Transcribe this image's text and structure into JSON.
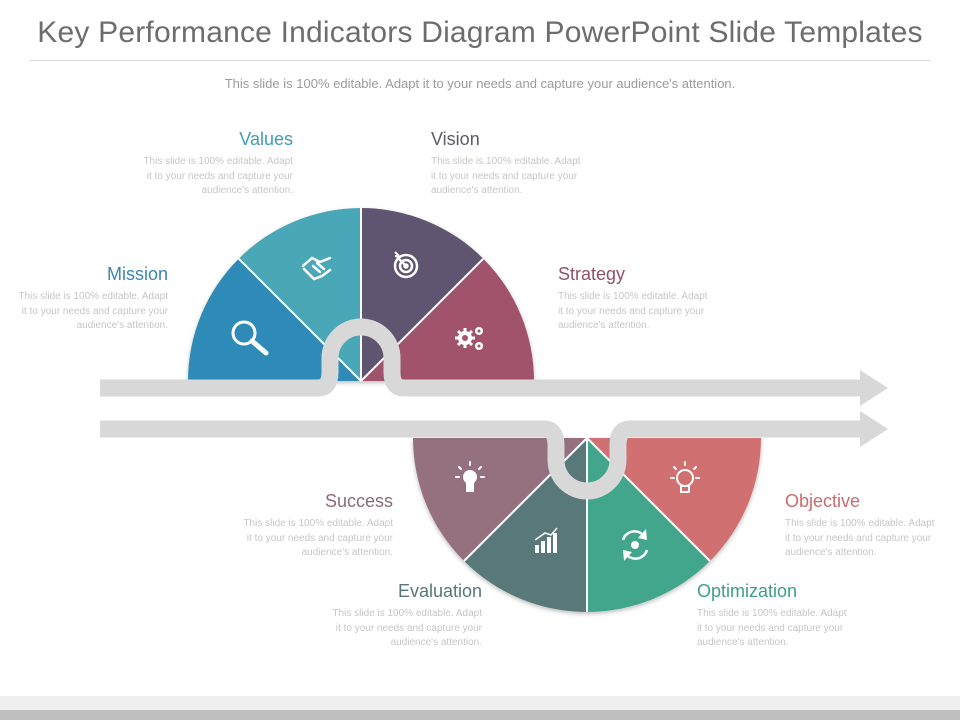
{
  "title": "Key Performance Indicators Diagram PowerPoint Slide Templates",
  "subtitle": "This slide is 100% editable. Adapt it to your needs and capture your audience's attention.",
  "desc": "This slide is 100% editable. Adapt it to your needs and capture your audience's attention.",
  "segments": {
    "mission": {
      "label": "Mission",
      "color": "#2e8bb8",
      "icon": "magnifier-icon"
    },
    "values": {
      "label": "Values",
      "color": "#4aa7b7",
      "icon": "handshake-icon"
    },
    "vision": {
      "label": "Vision",
      "color": "#5f5470",
      "icon": "target-icon"
    },
    "strategy": {
      "label": "Strategy",
      "color": "#a1536c",
      "icon": "gears-icon"
    },
    "success": {
      "label": "Success",
      "color": "#957180",
      "icon": "lightbulb-icon"
    },
    "evaluation": {
      "label": "Evaluation",
      "color": "#59787a",
      "icon": "bar-chart-icon"
    },
    "optimization": {
      "label": "Optimization",
      "color": "#42a68c",
      "icon": "refresh-gear-icon"
    },
    "objective": {
      "label": "Objective",
      "color": "#d0706f",
      "icon": "idea-bulb-icon"
    }
  },
  "text_colors": {
    "mission": "#3a86b0",
    "values": "#3f9fb0",
    "vision": "#5e5a6a",
    "strategy": "#8f5166",
    "success": "#8b6a7a",
    "evaluation": "#56777a",
    "optimization": "#3d9e86",
    "objective": "#c86c6c"
  },
  "arrow_color": "#d8d8d8"
}
